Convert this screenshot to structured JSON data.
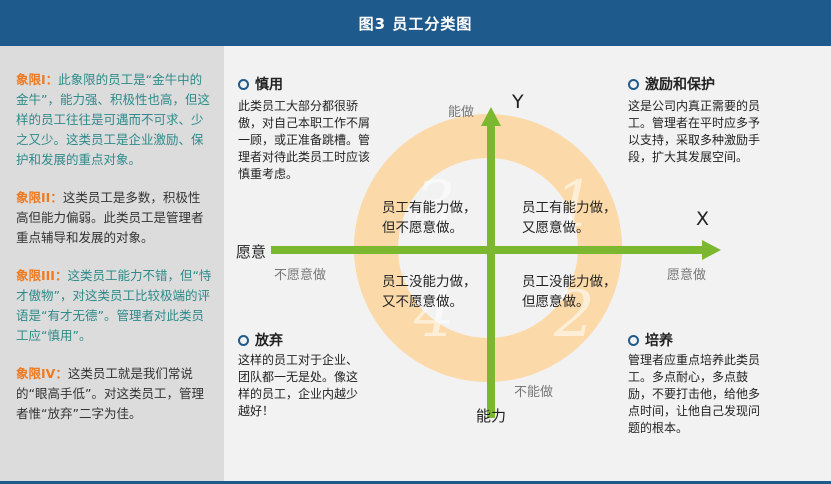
{
  "title": "图3 员工分类图",
  "sidebar": {
    "p1": {
      "label": "象限I：",
      "text": "此象限的员工是“金牛中的金牛”，能力强、积极性也高，但这样的员工往往是可遇而不可求、少之又少。这类员工是企业激励、保护和发展的重点对象。"
    },
    "p2": {
      "label": "象限II：",
      "text": "这类员工是多数，积极性高但能力偏弱。此类员工是管理者重点辅导和发展的对象。"
    },
    "p3": {
      "label": "象限III：",
      "text": "这类员工能力不错，但“恃才傲物”，对这类员工比较极端的评语是“有才无德”。管理者对此类员工应“慎用”。"
    },
    "p4": {
      "label": "象限IV：",
      "text": "这类员工就是我们常说的“眼高手低”。对这类员工，管理者惟“放弃”二字为佳。"
    }
  },
  "quadrants": {
    "tl": {
      "title": "慎用",
      "text": "此类员工大部分都很骄傲，对自己本职工作不屑一顾，或正准备跳槽。管理者对待此类员工时应该慎重考虑。"
    },
    "tr": {
      "title": "激励和保护",
      "text": "这是公司内真正需要的员工。管理者在平时应多予以支持，采取多种激励手段，扩大其发展空间。"
    },
    "bl": {
      "title": "放弃",
      "text": "这样的员工对于企业、团队都一无是处。像这样的员工，企业内越少越好！"
    },
    "br": {
      "title": "培养",
      "text": "管理者应重点培养此类员工。多点耐心，多点鼓励，不要打击他，给他多点时间，让他自己发现问题的根本。"
    }
  },
  "inner": {
    "tl": "员工有能力做，但不愿意做。",
    "tr": "员工有能力做，又愿意做。",
    "bl": "员工没能力做，又不愿意做。",
    "br": "员工没能力做，但愿意做。"
  },
  "axes": {
    "y_letter": "Y",
    "x_letter": "X",
    "top": "能做",
    "bottom": "不能做",
    "left_big": "愿意",
    "left_small": "不愿意做",
    "right": "愿意做",
    "bottom_big": "能力"
  },
  "numbers": {
    "q1": "1",
    "q2": "2",
    "q3": "3",
    "q4": "4"
  },
  "colors": {
    "title_bg": "#1f5a8c",
    "label": "#ee7b22",
    "teal": "#2f8a8a",
    "axis": "#7cb82f",
    "circle": "#fbd9a8"
  }
}
